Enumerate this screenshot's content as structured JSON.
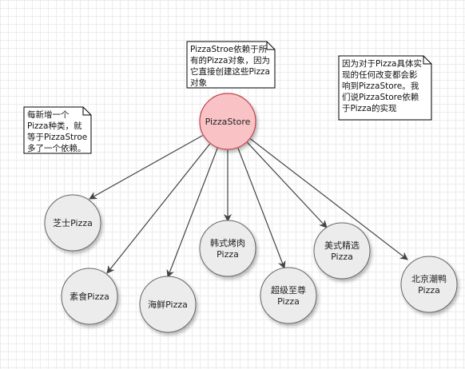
{
  "center": {
    "label": "PizzaStore",
    "fill": "#f9c3c6",
    "stroke": "#c0434d"
  },
  "pizzas": [
    {
      "lines": [
        "芝士Pizza"
      ]
    },
    {
      "lines": [
        "素食Pizza"
      ]
    },
    {
      "lines": [
        "海鲜Pizza"
      ]
    },
    {
      "lines": [
        "韩式烤肉",
        "Pizza"
      ]
    },
    {
      "lines": [
        "超级至尊",
        "Pizza"
      ]
    },
    {
      "lines": [
        "美式精选",
        "Pizza"
      ]
    },
    {
      "lines": [
        "北京潮鸭",
        "Pizza"
      ]
    }
  ],
  "notes": [
    {
      "lines": [
        "每新增一个",
        "Pizza种类，就",
        "等于PizzaStroe",
        "多了一个依赖。"
      ]
    },
    {
      "lines": [
        "PizzaStroe依赖于所",
        "有的Pizza对象，因为",
        "它直接创建这些Pizza",
        "对象"
      ]
    },
    {
      "lines": [
        "因为对于Pizza具体实",
        "现的任何改变都会影",
        "响到PizzaStore。我",
        "们说PizzaStore依赖",
        "于Pizza的实现"
      ]
    }
  ],
  "colors": {
    "node_fill": "#ececec",
    "node_stroke": "#666666",
    "arrow": "#444444",
    "note_fill": "#ffffff",
    "note_stroke": "#000000"
  }
}
